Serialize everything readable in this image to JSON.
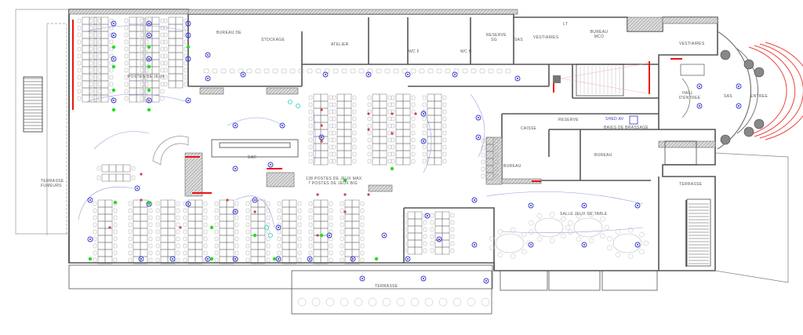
{
  "plan": {
    "rooms": {
      "bureau_de": "BUREAU DE",
      "stockage": "STOCKAGE",
      "atelier": "ATELIER",
      "wc_f": "WC F",
      "wc_h": "WC H",
      "reserve_sg": "RESERVE SG",
      "sas_top": "SAS",
      "vestiaires_1": "VESTIAIRES",
      "lt": "LT",
      "bureau_mco": "BUREAU MCO",
      "vestiaires_2": "VESTIAIRES",
      "hall_entree": "HALL D'ENTREE",
      "sas_entree": "SAS",
      "entree": "ENTREE",
      "reserve": "RESERVE",
      "caisse": "CAISSE",
      "zone_brassage": "BAIES DE BRASSAGE",
      "shed_av": "SHED AV",
      "bureau": "BUREAU",
      "bureau_small": "BUREAU",
      "bar": "BAR",
      "terrasse_fumeurs": "TERRASSE FUMEURS",
      "terrasse_right": "TERRASSE",
      "terrasse_bottom": "TERRASSE",
      "salle_jeux_table": "SALLE JEUX DE TABLE",
      "zone_upper_left": "POSTES DE JEUX",
      "postes_line1": "138 POSTES DE JEUX MAX",
      "postes_line2": "7 POSTES DE JEUX BIG"
    },
    "colors": {
      "wall": "#555555",
      "hatch": "#888888",
      "fixture": "#3333cc",
      "circuit": "#9a9ae0",
      "green_marker": "#22dd22",
      "red_marker": "#cc4444",
      "fire_exit": "#ee1111",
      "cyan_marker": "#22cccc"
    }
  }
}
